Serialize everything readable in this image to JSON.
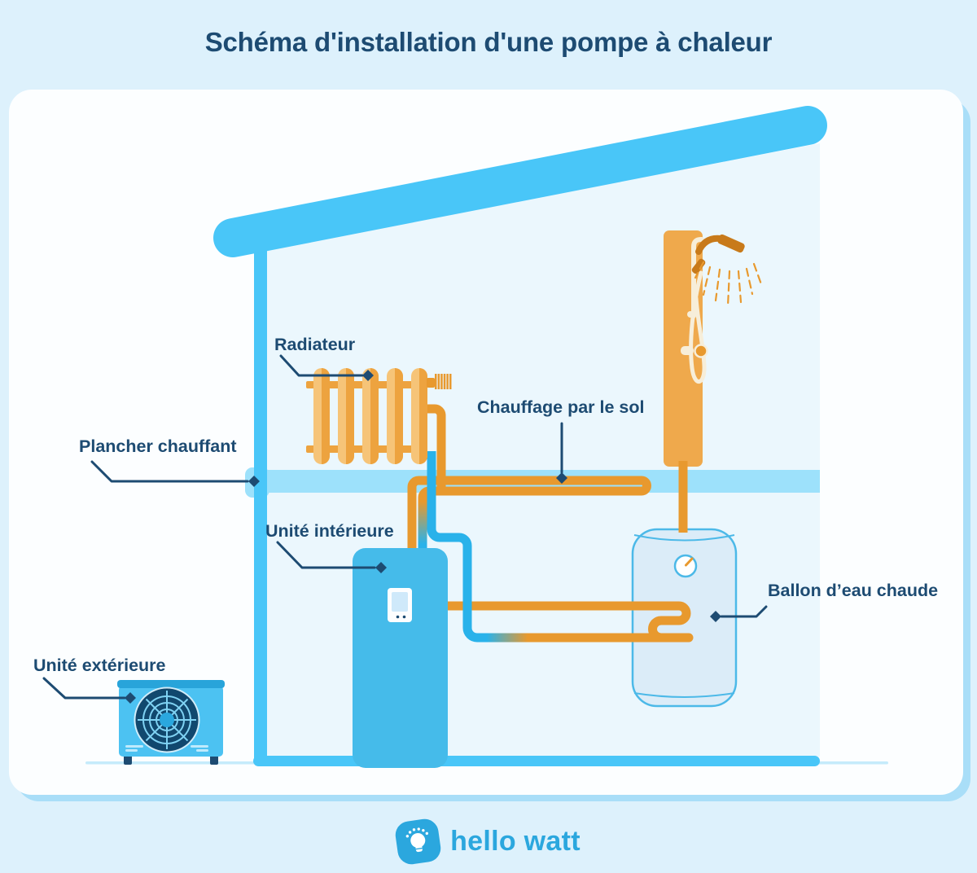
{
  "title": "Schéma d'installation d'une pompe à chaleur",
  "labels": {
    "radiateur": "Radiateur",
    "chauffage_sol": "Chauffage par le sol",
    "plancher": "Plancher chauffant",
    "unite_interieure": "Unité intérieure",
    "unite_exterieure": "Unité extérieure",
    "ballon": "Ballon d’eau chaude"
  },
  "footer": {
    "brand": "hello watt",
    "icon": "lightbulb-icon"
  },
  "colors": {
    "bg": "#ddf1fc",
    "card": "#fcfeff",
    "card-shadow": "#a9def8",
    "navy": "#1d4b72",
    "blue": "#49c6f8",
    "band": "#9de1fb",
    "interior": "#ebf7fd",
    "orange": "#e8992e",
    "rad-light": "#f6c478",
    "rad-dark": "#eda33f",
    "pipe-blue": "#29b2ea",
    "unit-blue": "#45bbea",
    "out-body": "#4cc2f2",
    "out-top": "#28a4da",
    "fan-dark": "#11486e",
    "tank-fill": "#dbecf8",
    "tank-stroke": "#4cb9e8",
    "shower": "#efa94c",
    "shower-dark": "#c87a1a",
    "brand": "#2ba7de"
  }
}
